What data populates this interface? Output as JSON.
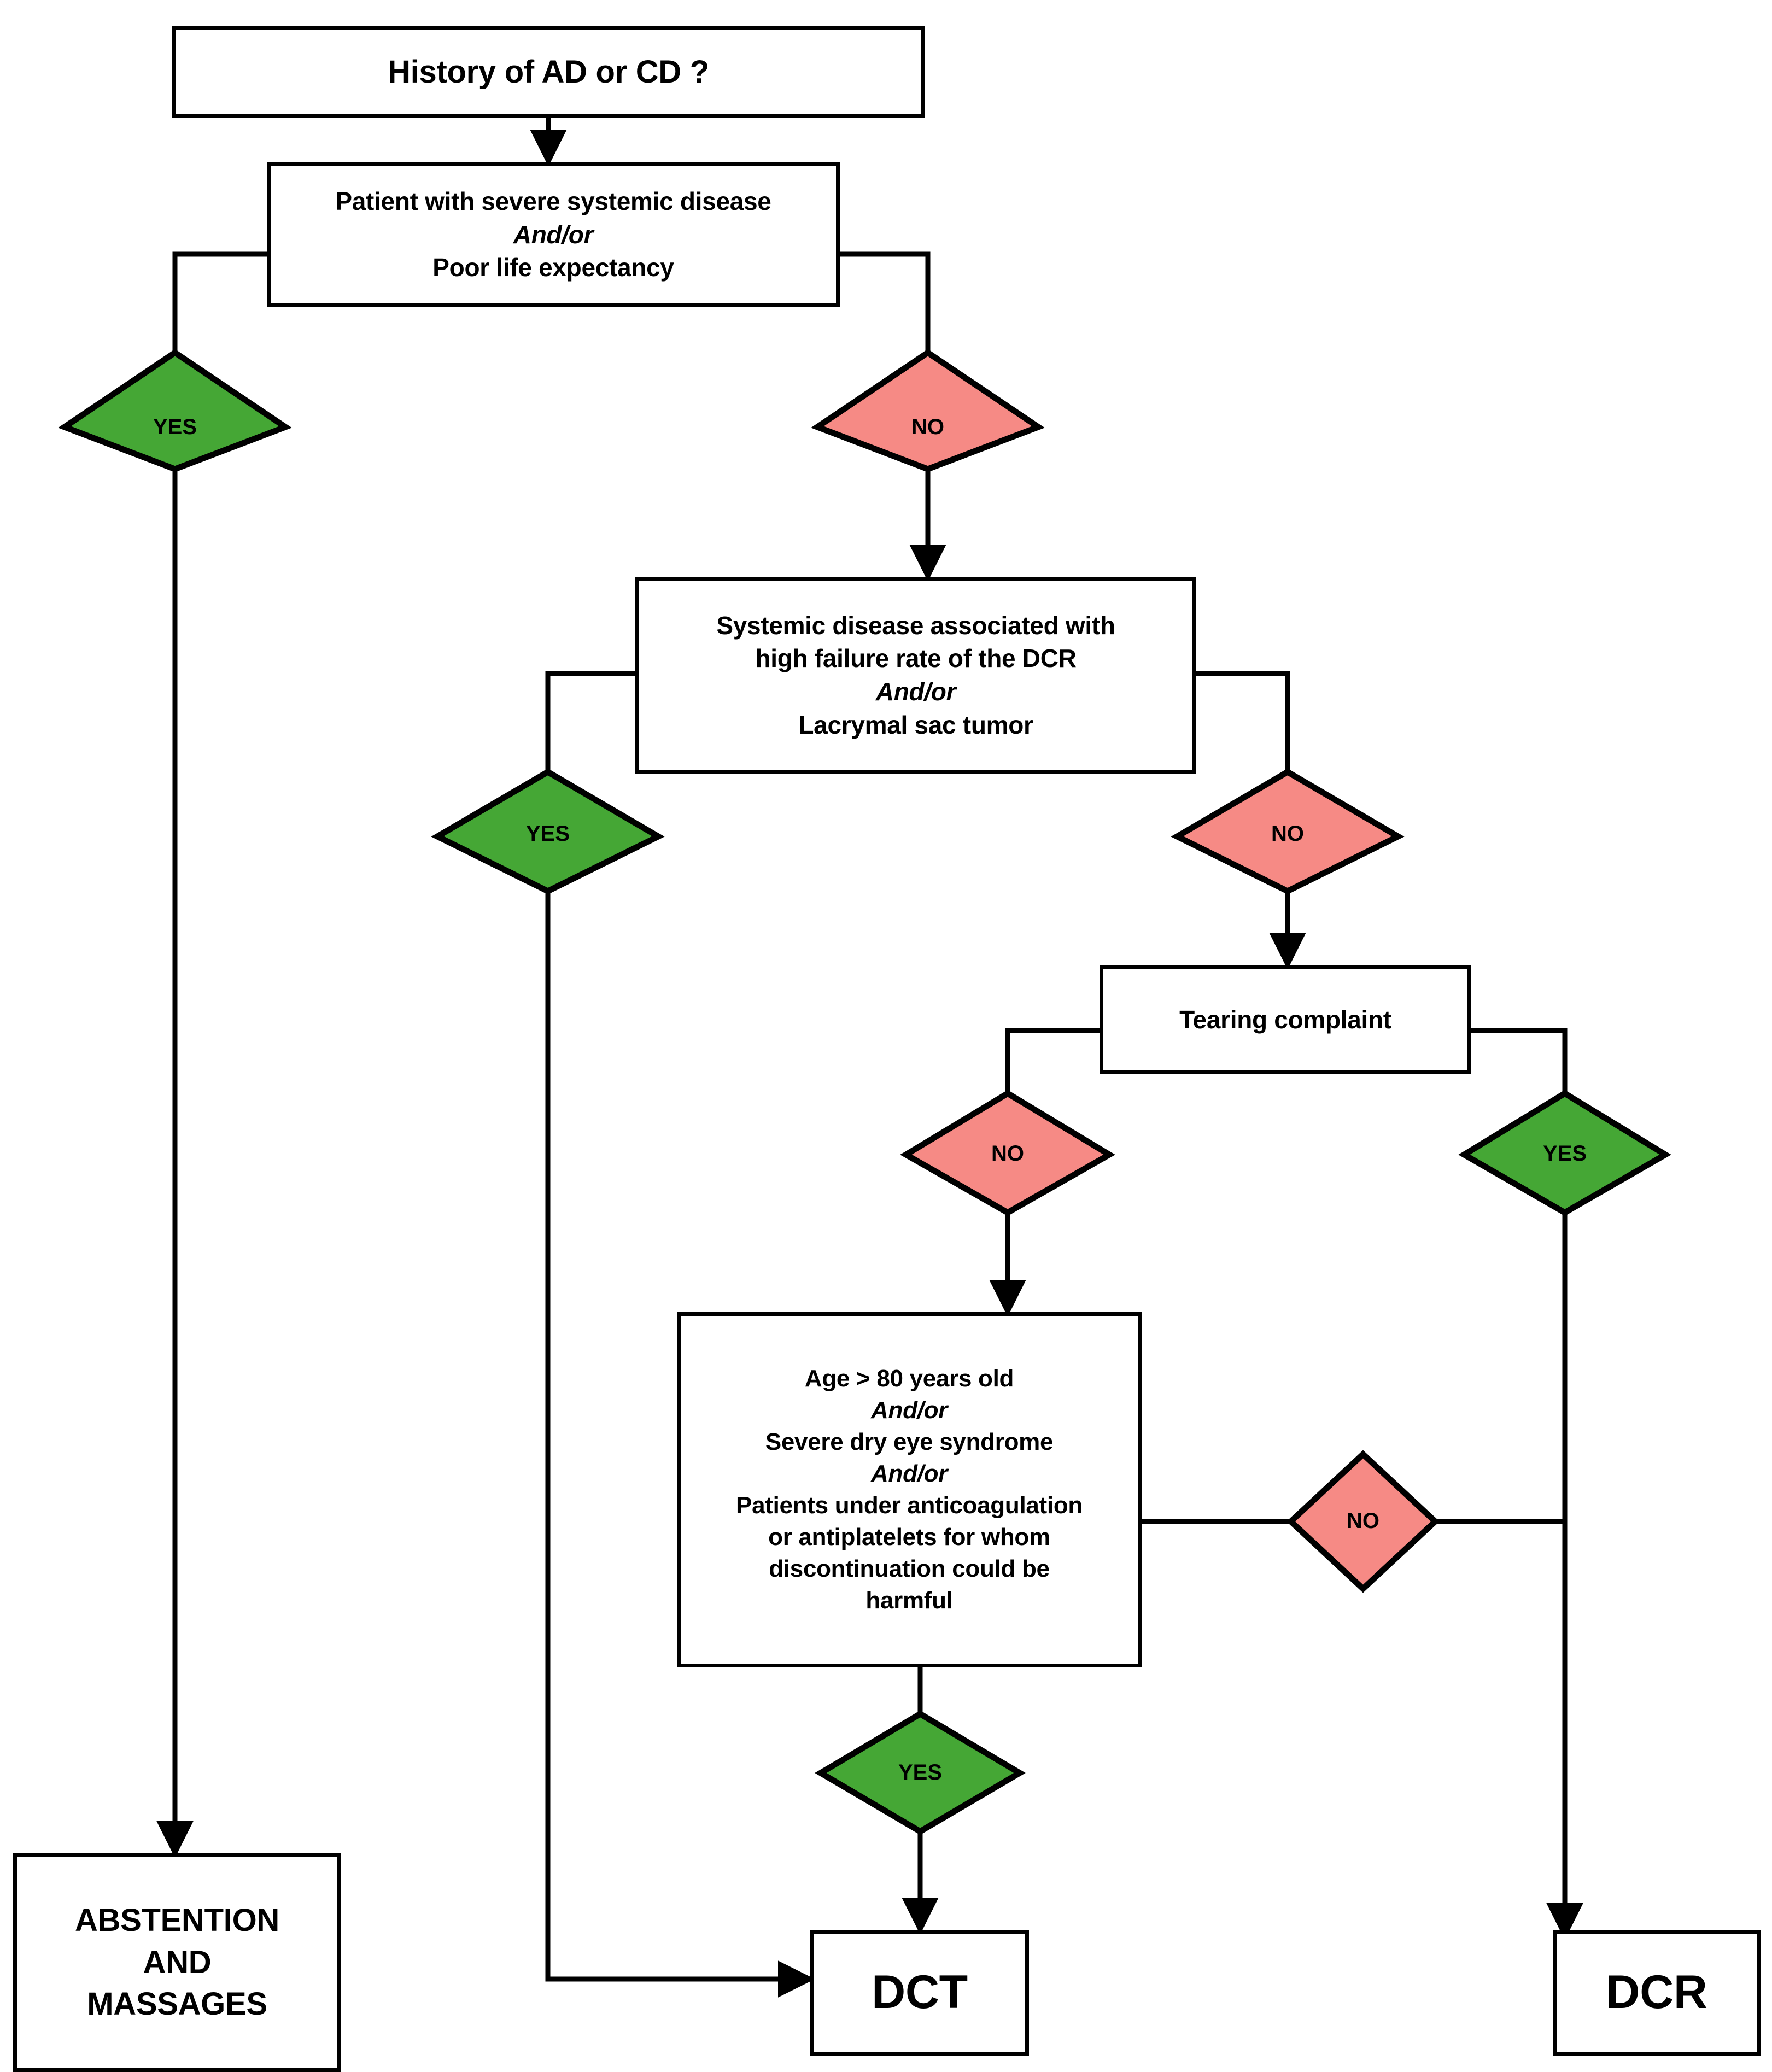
{
  "diagram": {
    "type": "clinical-decision-flowchart",
    "colors": {
      "yes_fill": "#45A735",
      "no_fill": "#F68A85",
      "stroke": "#000000",
      "node_fill": "#FFFFFF",
      "text": "#000000"
    },
    "nodes": {
      "start": {
        "id": "start",
        "label": "History of AD or CD ?"
      },
      "severe_disease": {
        "id": "severe-disease",
        "lines": [
          {
            "text": "Patient with severe systemic disease",
            "style": "bold"
          },
          {
            "text": "And/or",
            "style": "italic"
          },
          {
            "text": "Poor life expectancy",
            "style": "bold"
          }
        ]
      },
      "systemic_dcr": {
        "id": "systemic-disease-dcr",
        "lines": [
          {
            "text": "Systemic disease associated with",
            "style": "bold"
          },
          {
            "text": "high failure rate of the DCR",
            "style": "bold"
          },
          {
            "text": "And/or",
            "style": "italic"
          },
          {
            "text": "Lacrymal sac tumor",
            "style": "bold"
          }
        ]
      },
      "tearing": {
        "id": "tearing-complaint",
        "label": "Tearing complaint"
      },
      "risk_factors": {
        "id": "risk-factors",
        "lines": [
          {
            "text": "Age > 80 years old",
            "style": "bold"
          },
          {
            "text": "And/or",
            "style": "italic"
          },
          {
            "text": "Severe dry eye syndrome",
            "style": "bold"
          },
          {
            "text": "And/or",
            "style": "italic"
          },
          {
            "text": "Patients under anticoagulation",
            "style": "bold"
          },
          {
            "text": "or antiplatelets for whom",
            "style": "bold"
          },
          {
            "text": "discontinuation could be",
            "style": "bold"
          },
          {
            "text": "harmful",
            "style": "bold"
          }
        ]
      },
      "abstention": {
        "id": "abstention-and-massages",
        "lines": [
          {
            "text": "ABSTENTION",
            "style": "bold"
          },
          {
            "text": "AND",
            "style": "bold"
          },
          {
            "text": "MASSAGES",
            "style": "bold"
          }
        ]
      },
      "dct": {
        "id": "dct-outcome",
        "label": "DCT"
      },
      "dcr": {
        "id": "dcr-outcome",
        "label": "DCR"
      }
    },
    "decisions": [
      {
        "id": "d1-yes",
        "label": "YES",
        "kind": "yes",
        "from": "severe-disease",
        "to": "abstention-and-massages"
      },
      {
        "id": "d1-no",
        "label": "NO",
        "kind": "no",
        "from": "severe-disease",
        "to": "systemic-disease-dcr"
      },
      {
        "id": "d2-yes",
        "label": "YES",
        "kind": "yes",
        "from": "systemic-disease-dcr",
        "to": "dct-outcome"
      },
      {
        "id": "d2-no",
        "label": "NO",
        "kind": "no",
        "from": "systemic-disease-dcr",
        "to": "tearing-complaint"
      },
      {
        "id": "d3-no",
        "label": "NO",
        "kind": "no",
        "from": "tearing-complaint",
        "to": "risk-factors"
      },
      {
        "id": "d3-yes",
        "label": "YES",
        "kind": "yes",
        "from": "tearing-complaint",
        "to": "dcr-outcome"
      },
      {
        "id": "d4-yes",
        "label": "YES",
        "kind": "yes",
        "from": "risk-factors",
        "to": "dct-outcome"
      },
      {
        "id": "d4-no",
        "label": "NO",
        "kind": "no",
        "from": "risk-factors",
        "to": "dcr-outcome"
      }
    ]
  }
}
